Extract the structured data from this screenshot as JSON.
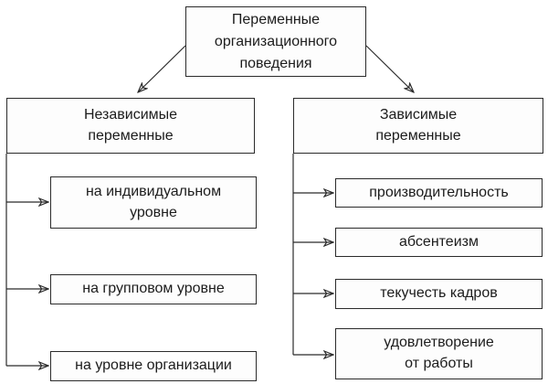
{
  "diagram": {
    "root": {
      "label": "Переменные\nорганизационного\nповедения"
    },
    "left_branch": {
      "label": "Независимые\nпеременные",
      "children": [
        {
          "label": "на индивидуальном\nуровне"
        },
        {
          "label": "на групповом уровне"
        },
        {
          "label": "на уровне организации"
        }
      ]
    },
    "right_branch": {
      "label": "Зависимые\nпеременные",
      "children": [
        {
          "label": "производительность"
        },
        {
          "label": "абсентеизм"
        },
        {
          "label": "текучесть кадров"
        },
        {
          "label": "удовлетворение\nот работы"
        }
      ]
    },
    "colors": {
      "border": "#2b2b2b",
      "text": "#1c1c1c",
      "box_fill": "#fdfdfd",
      "background": "#ffffff",
      "connector": "#2b2b2b"
    }
  }
}
